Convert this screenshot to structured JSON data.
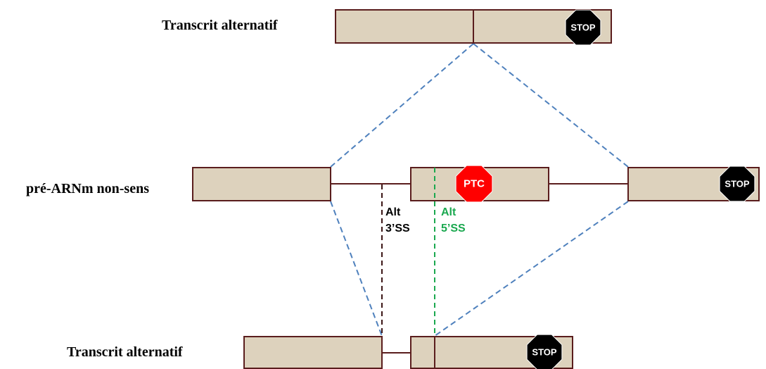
{
  "labels": {
    "top_transcript": "Transcrit alternatif",
    "pre_mrna": "pré-ARNm non-sens",
    "bottom_transcript": "Transcrit alternatif"
  },
  "splice_sites": {
    "alt_3ss_line1": "Alt",
    "alt_3ss_line2": "3’SS",
    "alt_5ss_line1": "Alt",
    "alt_5ss_line2": "5’SS"
  },
  "signs": {
    "stop": "STOP",
    "ptc": "PTC"
  },
  "colors": {
    "exon_fill": "#ddd2bd",
    "exon_border": "#5a1d1d",
    "splice_lines": "#4f81bd",
    "alt_3ss": "#3b1515",
    "alt_5ss": "#1aa84f",
    "stop_sign": "#000000",
    "ptc_sign": "#ff0000"
  }
}
